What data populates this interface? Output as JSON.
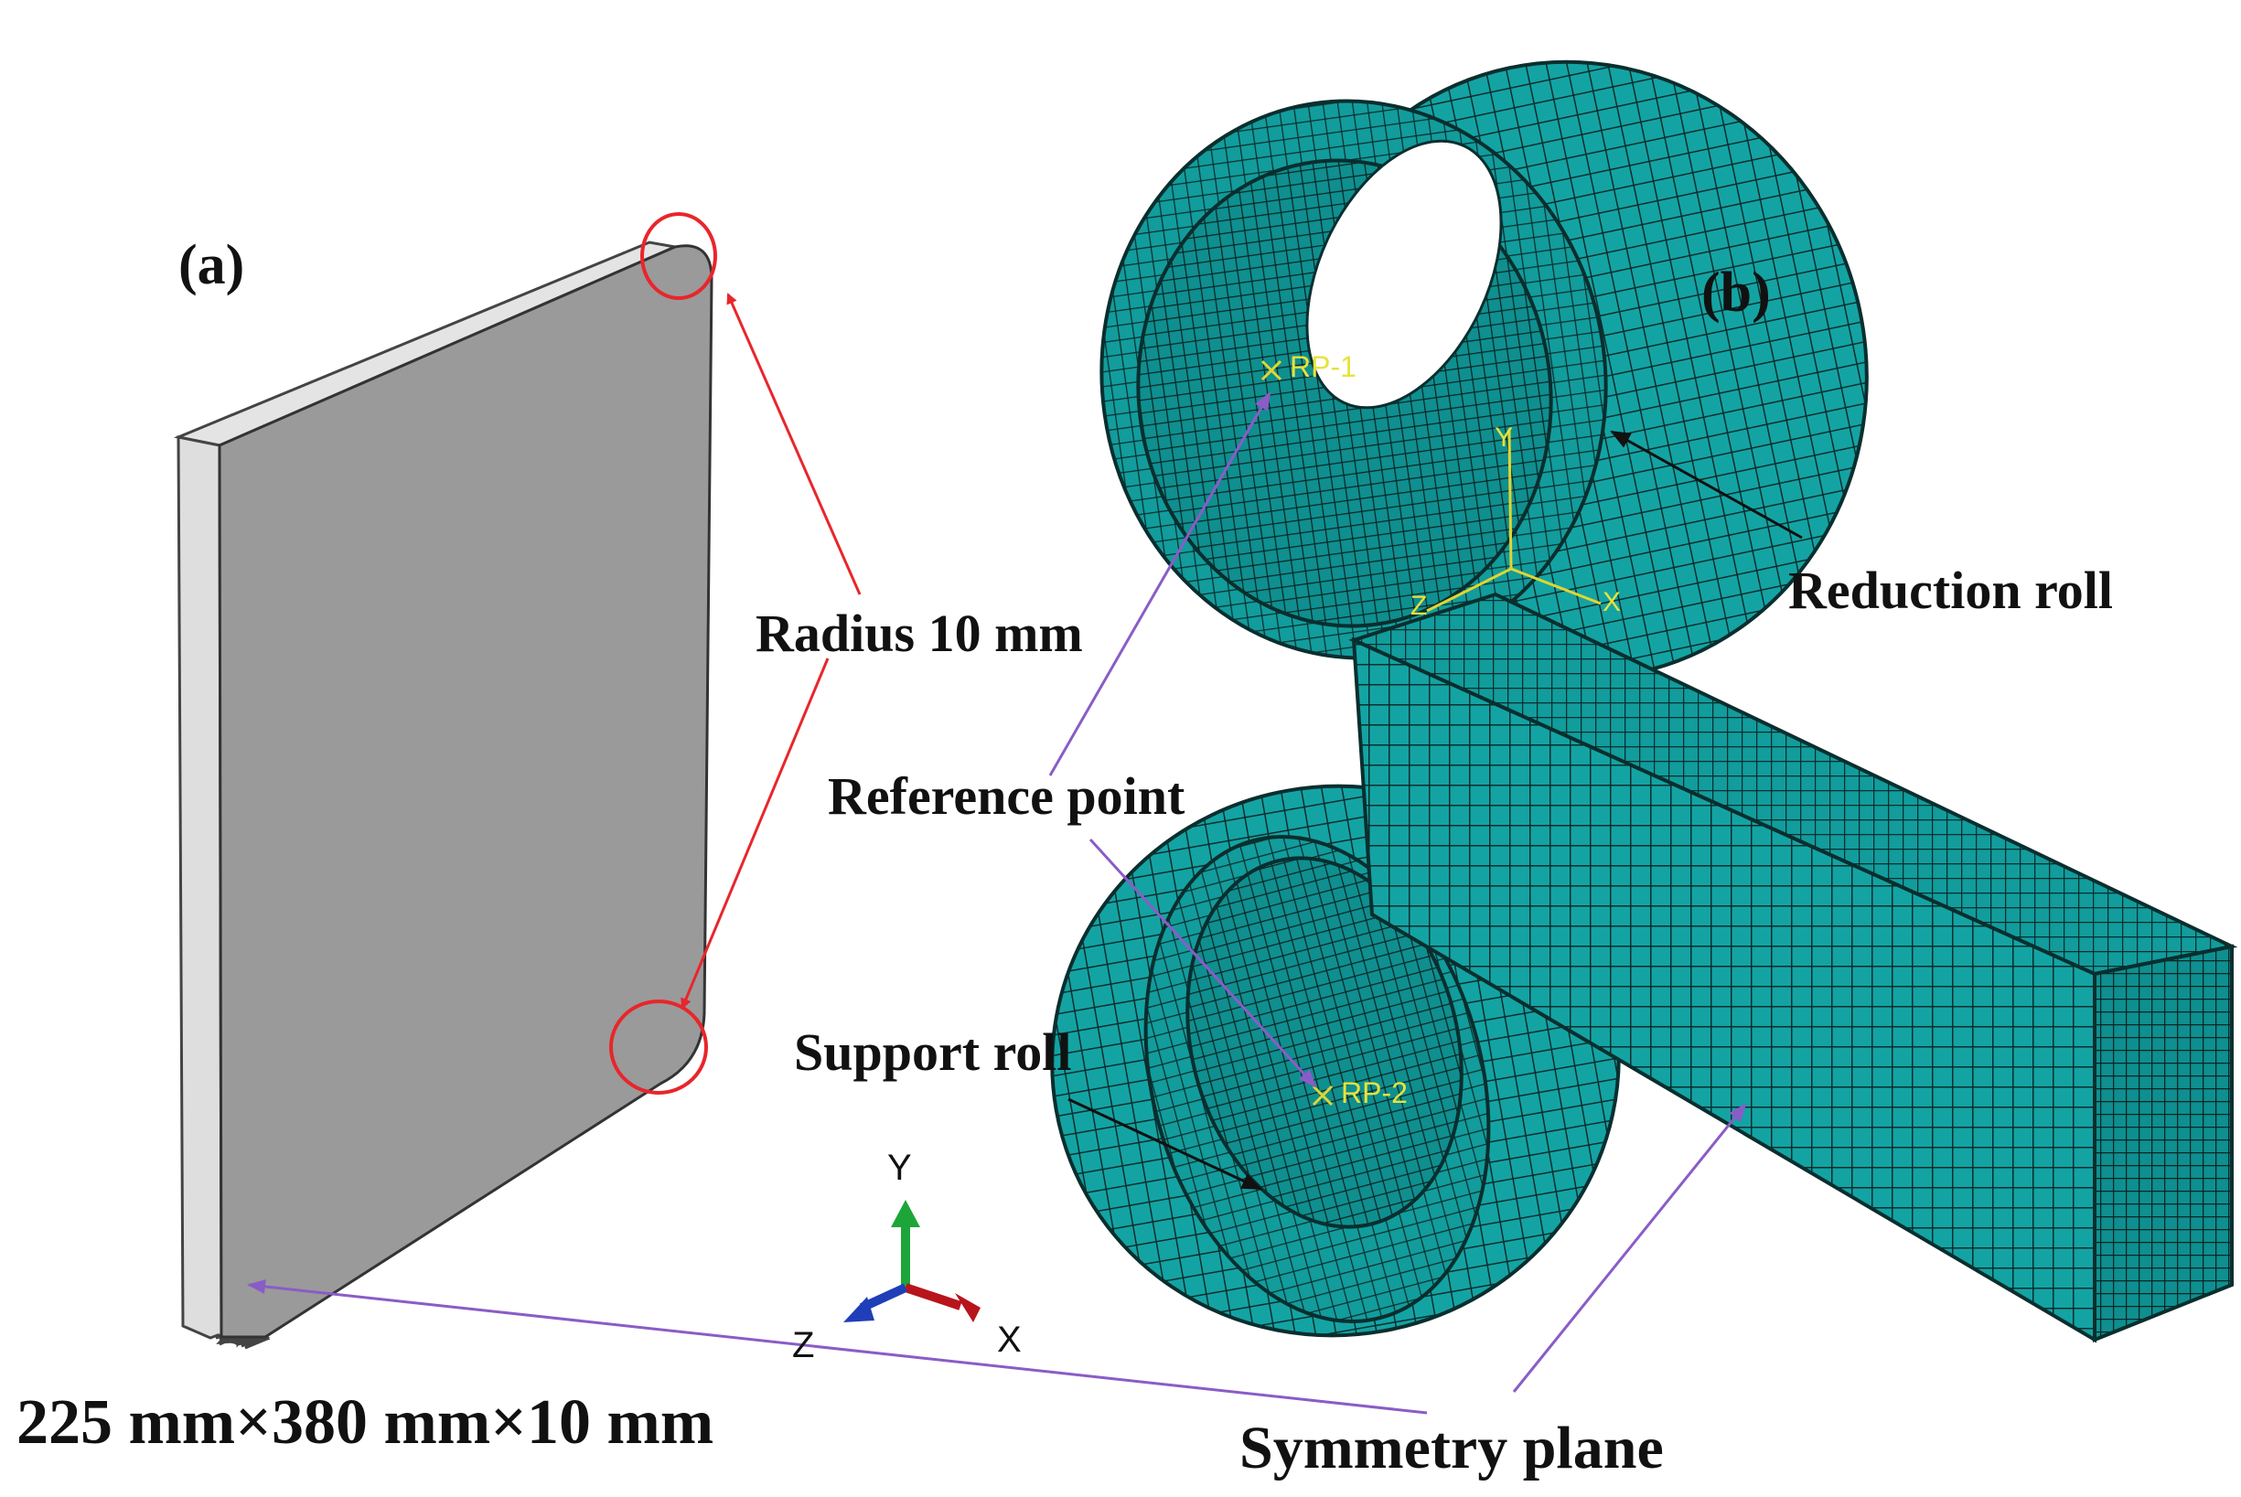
{
  "panel_a": {
    "label": "(a)",
    "radius_label": "Radius 10 mm",
    "dimension_label": "225 mm×380 mm×10 mm"
  },
  "panel_b": {
    "label": "(b)",
    "reduction_roll_label": "Reduction roll",
    "reference_point_label": "Reference point",
    "support_roll_label": "Support roll",
    "symmetry_plane_label": "Symmetry plane",
    "rp1": "RP-1",
    "rp2": "RP-2",
    "local_axes": {
      "x": "X",
      "y": "Y",
      "z": "Z"
    }
  },
  "triad": {
    "x": "X",
    "y": "Y",
    "z": "Z"
  },
  "colors": {
    "mesh_fill": "#14a3a3",
    "mesh_line": "#0a2e2e",
    "plate_face": "#9a9a9a",
    "plate_edge": "#e2e2e2",
    "callout_red": "#e8262b",
    "callout_purple": "#8a5cc7",
    "axis_x": "#b8141c",
    "axis_y": "#1ea53a",
    "axis_z": "#1f3fb8"
  }
}
